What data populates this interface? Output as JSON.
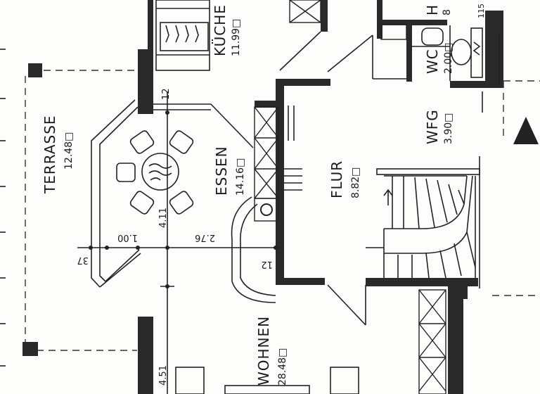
{
  "rooms": {
    "kueche": {
      "name": "KÜCHE",
      "area": "11.99"
    },
    "terrasse": {
      "name": "TERRASSE",
      "area": "12.48"
    },
    "essen": {
      "name": "ESSEN",
      "area": "14.16"
    },
    "flur": {
      "name": "FLUR",
      "area": "8.82"
    },
    "wc": {
      "name": "WC",
      "area": "2.00"
    },
    "wfg": {
      "name": "WFG",
      "area": "3.90"
    },
    "wohnen": {
      "name": "WOHNEN",
      "area": "28.48"
    },
    "hw": {
      "name": "H",
      "area": "8"
    }
  },
  "unit_mark": "□",
  "dimensions": {
    "d_12_top": "12",
    "d_411": "4.11",
    "d_100": "1.00",
    "d_276": "2.76",
    "d_37": "37",
    "d_12_mid": "12",
    "d_451": "4.51",
    "d_115": "115"
  },
  "colors": {
    "wall": "#2a2a2a",
    "paper": "#fdfdfb",
    "ink": "#1a1a1a"
  }
}
